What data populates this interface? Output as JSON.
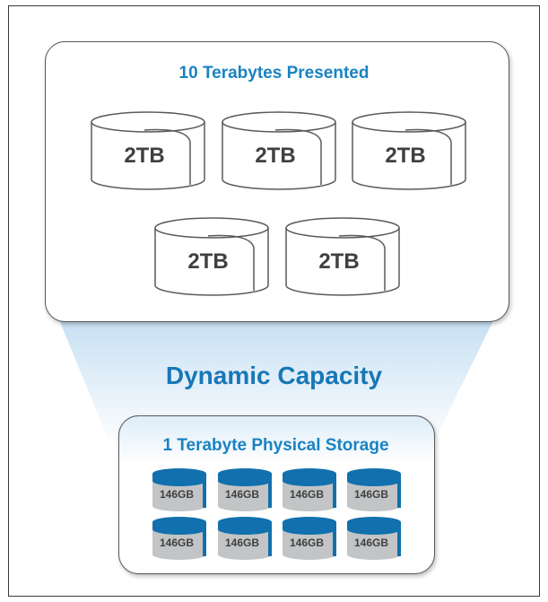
{
  "presented": {
    "title": "10 Terabytes Presented",
    "volumes": [
      "2TB",
      "2TB",
      "2TB",
      "2TB",
      "2TB"
    ]
  },
  "dynamic_capacity": {
    "label": "Dynamic Capacity"
  },
  "physical": {
    "title": "1 Terabyte Physical Storage",
    "disks": [
      "146GB",
      "146GB",
      "146GB",
      "146GB",
      "146GB",
      "146GB",
      "146GB",
      "146GB"
    ]
  },
  "colors": {
    "accent": "#1a82c2",
    "disk_top": "#1170ad",
    "disk_body": "#c2c4c6",
    "volume_text": "#404040",
    "box_border": "#5a5a5a",
    "funnel": "#cfe6f5"
  }
}
